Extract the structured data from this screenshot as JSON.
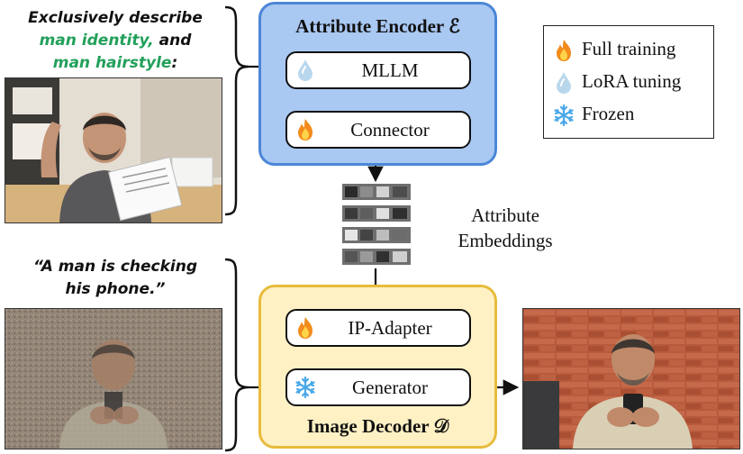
{
  "encoder_prompt": {
    "line1": "Exclusively describe",
    "line2_green": "man identity,",
    "line2_tail": " and",
    "line3_green": "man hairstyle",
    "line3_tail": ":"
  },
  "decoder_prompt": {
    "line1": "“A man is checking",
    "line2": "his phone.”"
  },
  "encoder": {
    "title": "Attribute Encoder ℰ",
    "modules": [
      "MLLM",
      "Connector"
    ]
  },
  "decoder": {
    "title": "Image Decoder 𝒟",
    "modules": [
      "IP-Adapter",
      "Generator"
    ]
  },
  "embeddings": {
    "line1": "Attribute",
    "line2": "Embeddings"
  },
  "legend": {
    "items": [
      {
        "icon": "fire-icon",
        "label": "Full training"
      },
      {
        "icon": "water-drop-icon",
        "label": "LoRA tuning"
      },
      {
        "icon": "snowflake-icon",
        "label": "Frozen"
      }
    ]
  },
  "colors": {
    "encoder_fill": "#a9c8f2",
    "encoder_border": "#4c86d8",
    "decoder_fill": "#fff1c4",
    "decoder_border": "#e7bb3c",
    "prompt_green": "#22a05a"
  }
}
